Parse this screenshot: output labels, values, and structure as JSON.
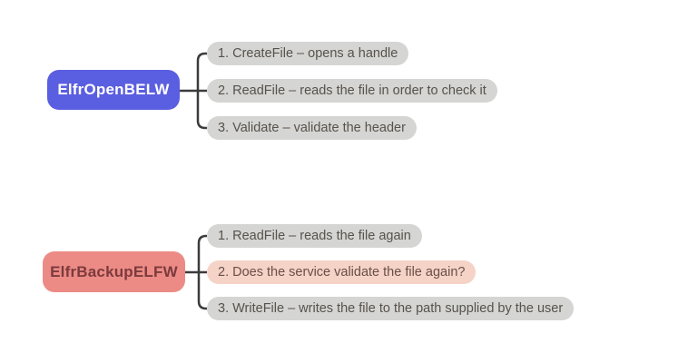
{
  "diagram": {
    "type": "mindmap",
    "background_color": "#ffffff",
    "connector_color": "#3b3b3b",
    "sections": [
      {
        "node": {
          "label": "ElfrOpenBELW",
          "bg_color": "#5a5ee0",
          "text_color": "#ffffff"
        },
        "branches": [
          {
            "label": "1. CreateFile – opens a handle",
            "bg_color": "#d5d5d3",
            "text_color": "#57524c",
            "highlighted": false
          },
          {
            "label": "2. ReadFile – reads the file in order to check it",
            "bg_color": "#d5d5d3",
            "text_color": "#57524c",
            "highlighted": false
          },
          {
            "label": "3. Validate – validate the header",
            "bg_color": "#d5d5d3",
            "text_color": "#57524c",
            "highlighted": false
          }
        ]
      },
      {
        "node": {
          "label": "ElfrBackupELFW",
          "bg_color": "#ec8b85",
          "text_color": "#7c3a3d"
        },
        "branches": [
          {
            "label": "1. ReadFile – reads the file again",
            "bg_color": "#d5d5d3",
            "text_color": "#57524c",
            "highlighted": false
          },
          {
            "label": "2. Does the service validate the file again?",
            "bg_color": "#f5d3c7",
            "text_color": "#6a4f46",
            "highlighted": true
          },
          {
            "label": "3. WriteFile – writes the file to the path supplied by the user",
            "bg_color": "#d5d5d3",
            "text_color": "#57524c",
            "highlighted": false
          }
        ]
      }
    ]
  }
}
